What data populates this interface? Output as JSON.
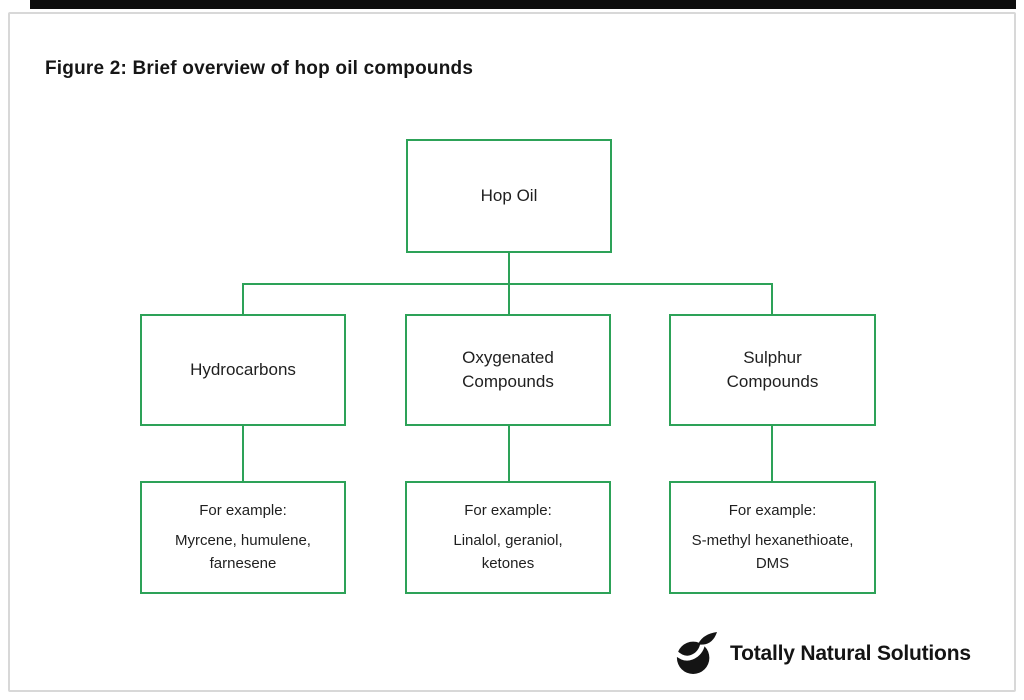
{
  "figure": {
    "title": "Figure 2: Brief overview of hop oil compounds",
    "tree": {
      "root_label": "Hop Oil",
      "children": [
        {
          "label": "Hydrocarbons",
          "example_title": "For example:",
          "example_lines": [
            "Myrcene, humulene,",
            "farnesene"
          ]
        },
        {
          "label": "Oxygenated Compounds",
          "example_title": "For example:",
          "example_lines": [
            "Linalol, geraniol,",
            "ketones"
          ]
        },
        {
          "label": "Sulphur Compounds",
          "example_title": "For example:",
          "example_lines": [
            "S-methyl hexanethioate,",
            "DMS"
          ]
        }
      ]
    }
  },
  "footer": {
    "brand": "Totally Natural Solutions"
  },
  "colors": {
    "box_border_green": "#2da258",
    "frame_border": "#d8d8d8",
    "top_bar": "#0d0d0d",
    "text": "#1f1f1f"
  }
}
